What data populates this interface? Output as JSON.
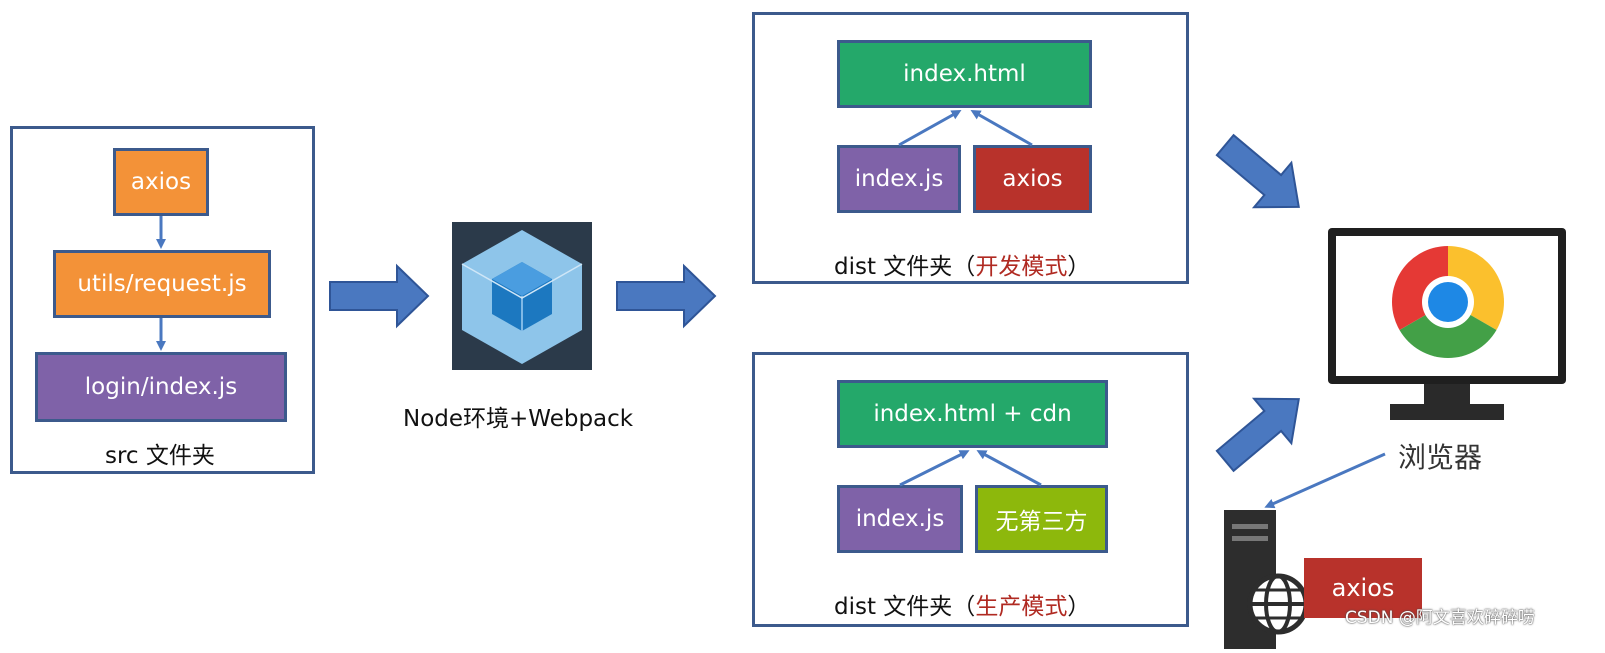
{
  "colors": {
    "frame_border": "#3c5a8c",
    "arrow": "#4a78c0",
    "orange": "#f39238",
    "purple": "#7f62a8",
    "green": "#24a86a",
    "red": "#b8322b",
    "lime": "#8db80c",
    "highlight_text": "#b02a22"
  },
  "src": {
    "caption": "src 文件夹",
    "nodes": {
      "axios": "axios",
      "request": "utils/request.js",
      "login": "login/index.js"
    }
  },
  "webpack": {
    "label": "Node环境+Webpack",
    "icon": "webpack-cube-icon"
  },
  "dev": {
    "caption_prefix": "dist 文件夹（",
    "caption_mode": "开发模式",
    "caption_suffix": "）",
    "nodes": {
      "html": "index.html",
      "js": "index.js",
      "axios": "axios"
    }
  },
  "prod": {
    "caption_prefix": "dist 文件夹（",
    "caption_mode": "生产模式",
    "caption_suffix": "）",
    "nodes": {
      "html": "index.html + cdn",
      "js": "index.js",
      "none": "无第三方"
    }
  },
  "browser": {
    "label": "浏览器",
    "icon": "chrome-browser-icon"
  },
  "server": {
    "icon": "server-globe-icon",
    "axios_label": "axios"
  },
  "watermark": "CSDN @阿文喜欢碎碎唠"
}
